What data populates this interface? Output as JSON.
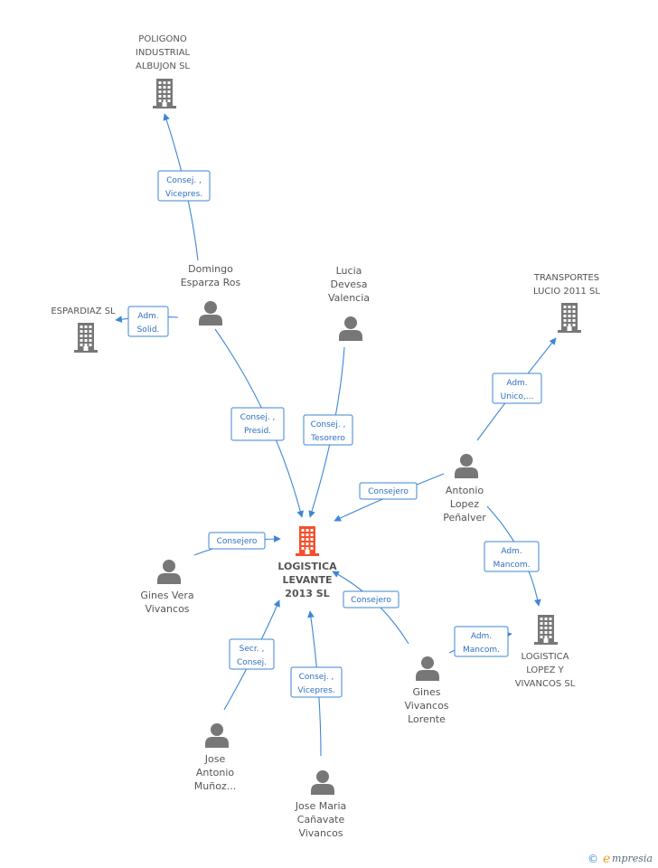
{
  "colors": {
    "edge": "#3d86d6",
    "company_icon": "#777777",
    "main_company_icon": "#f0522d",
    "person_icon": "#777777",
    "text": "#555555",
    "brand_e": "#f0a020"
  },
  "nodes": {
    "poligono": {
      "type": "company",
      "lines": [
        "POLIGONO",
        "INDUSTRIAL",
        "ALBUJON SL"
      ]
    },
    "espardiaz": {
      "type": "company",
      "lines": [
        "ESPARDIAZ SL"
      ]
    },
    "transportes": {
      "type": "company",
      "lines": [
        "TRANSPORTES",
        "LUCIO 2011 SL"
      ]
    },
    "logistica_levante": {
      "type": "main_company",
      "lines": [
        "LOGISTICA",
        "LEVANTE",
        "2013 SL"
      ]
    },
    "logistica_lopez": {
      "type": "company",
      "lines": [
        "LOGISTICA",
        "LOPEZ Y",
        "VIVANCOS  SL"
      ]
    },
    "domingo": {
      "type": "person",
      "lines": [
        "Domingo",
        "Esparza Ros"
      ]
    },
    "lucia": {
      "type": "person",
      "lines": [
        "Lucia",
        "Devesa",
        "Valencia"
      ]
    },
    "antonio_lopez": {
      "type": "person",
      "lines": [
        "Antonio",
        "Lopez",
        "Peñalver"
      ]
    },
    "gines_vera": {
      "type": "person",
      "lines": [
        "Gines Vera",
        "Vivancos"
      ]
    },
    "gines_vivancos": {
      "type": "person",
      "lines": [
        "Gines",
        "Vivancos",
        "Lorente"
      ]
    },
    "jose_antonio": {
      "type": "person",
      "lines": [
        "Jose",
        "Antonio",
        "Muñoz..."
      ]
    },
    "jose_maria": {
      "type": "person",
      "lines": [
        "Jose Maria",
        "Cañavate",
        "Vivancos"
      ]
    }
  },
  "edges": [
    {
      "id": "domingo-poligono",
      "from": "domingo",
      "to": "poligono",
      "label": [
        "Consej. ,",
        "Vicepres."
      ]
    },
    {
      "id": "domingo-espardiaz",
      "from": "domingo",
      "to": "espardiaz",
      "label": [
        "Adm.",
        "Solid."
      ]
    },
    {
      "id": "domingo-levante",
      "from": "domingo",
      "to": "logistica_levante",
      "label": [
        "Consej. ,",
        "Presid."
      ]
    },
    {
      "id": "lucia-levante",
      "from": "lucia",
      "to": "logistica_levante",
      "label": [
        "Consej. ,",
        "Tesorero"
      ]
    },
    {
      "id": "antonio-transportes",
      "from": "antonio_lopez",
      "to": "transportes",
      "label": [
        "Adm.",
        "Unico,..."
      ]
    },
    {
      "id": "antonio-levante",
      "from": "antonio_lopez",
      "to": "logistica_levante",
      "label": [
        "Consejero"
      ]
    },
    {
      "id": "antonio-lopez-sl",
      "from": "antonio_lopez",
      "to": "logistica_lopez",
      "label": [
        "Adm.",
        "Mancom."
      ]
    },
    {
      "id": "ginesvera-levante",
      "from": "gines_vera",
      "to": "logistica_levante",
      "label": [
        "Consejero"
      ]
    },
    {
      "id": "ginesviv-levante",
      "from": "gines_vivancos",
      "to": "logistica_levante",
      "label": [
        "Consejero"
      ]
    },
    {
      "id": "ginesviv-lopez-sl",
      "from": "gines_vivancos",
      "to": "logistica_lopez",
      "label": [
        "Adm.",
        "Mancom."
      ]
    },
    {
      "id": "joseantonio-levante",
      "from": "jose_antonio",
      "to": "logistica_levante",
      "label": [
        "Secr. ,",
        "Consej."
      ]
    },
    {
      "id": "josemaria-levante",
      "from": "jose_maria",
      "to": "logistica_levante",
      "label": [
        "Consej. ,",
        "Vicepres."
      ]
    }
  ],
  "footer": {
    "copyright_symbol": "©",
    "brand_initial": "e",
    "brand_rest": "mpresia"
  }
}
